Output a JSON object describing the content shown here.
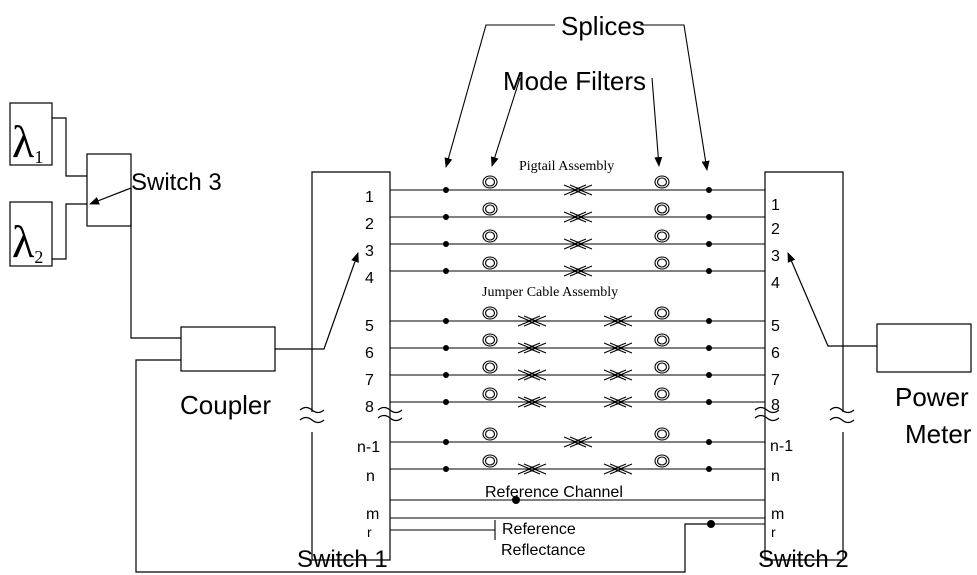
{
  "labels": {
    "splices": "Splices",
    "mode_filters": "Mode Filters",
    "switch3": "Switch 3",
    "coupler": "Coupler",
    "power_meter_1": "Power",
    "power_meter_2": "Meter",
    "switch1": "Switch 1",
    "switch2": "Switch 2",
    "pigtail": "Pigtail Assembly",
    "jumper": "Jumper Cable Assembly",
    "reference_channel": "Reference Channel",
    "reference_reflectance_1": "Reference",
    "reference_reflectance_2": "Reflectance",
    "lambda": "λ",
    "lambda1_sub": "1",
    "lambda2_sub": "2"
  },
  "ports": [
    "1",
    "2",
    "3",
    "4",
    "5",
    "6",
    "7",
    "8",
    "n-1",
    "n",
    "m",
    "r"
  ]
}
